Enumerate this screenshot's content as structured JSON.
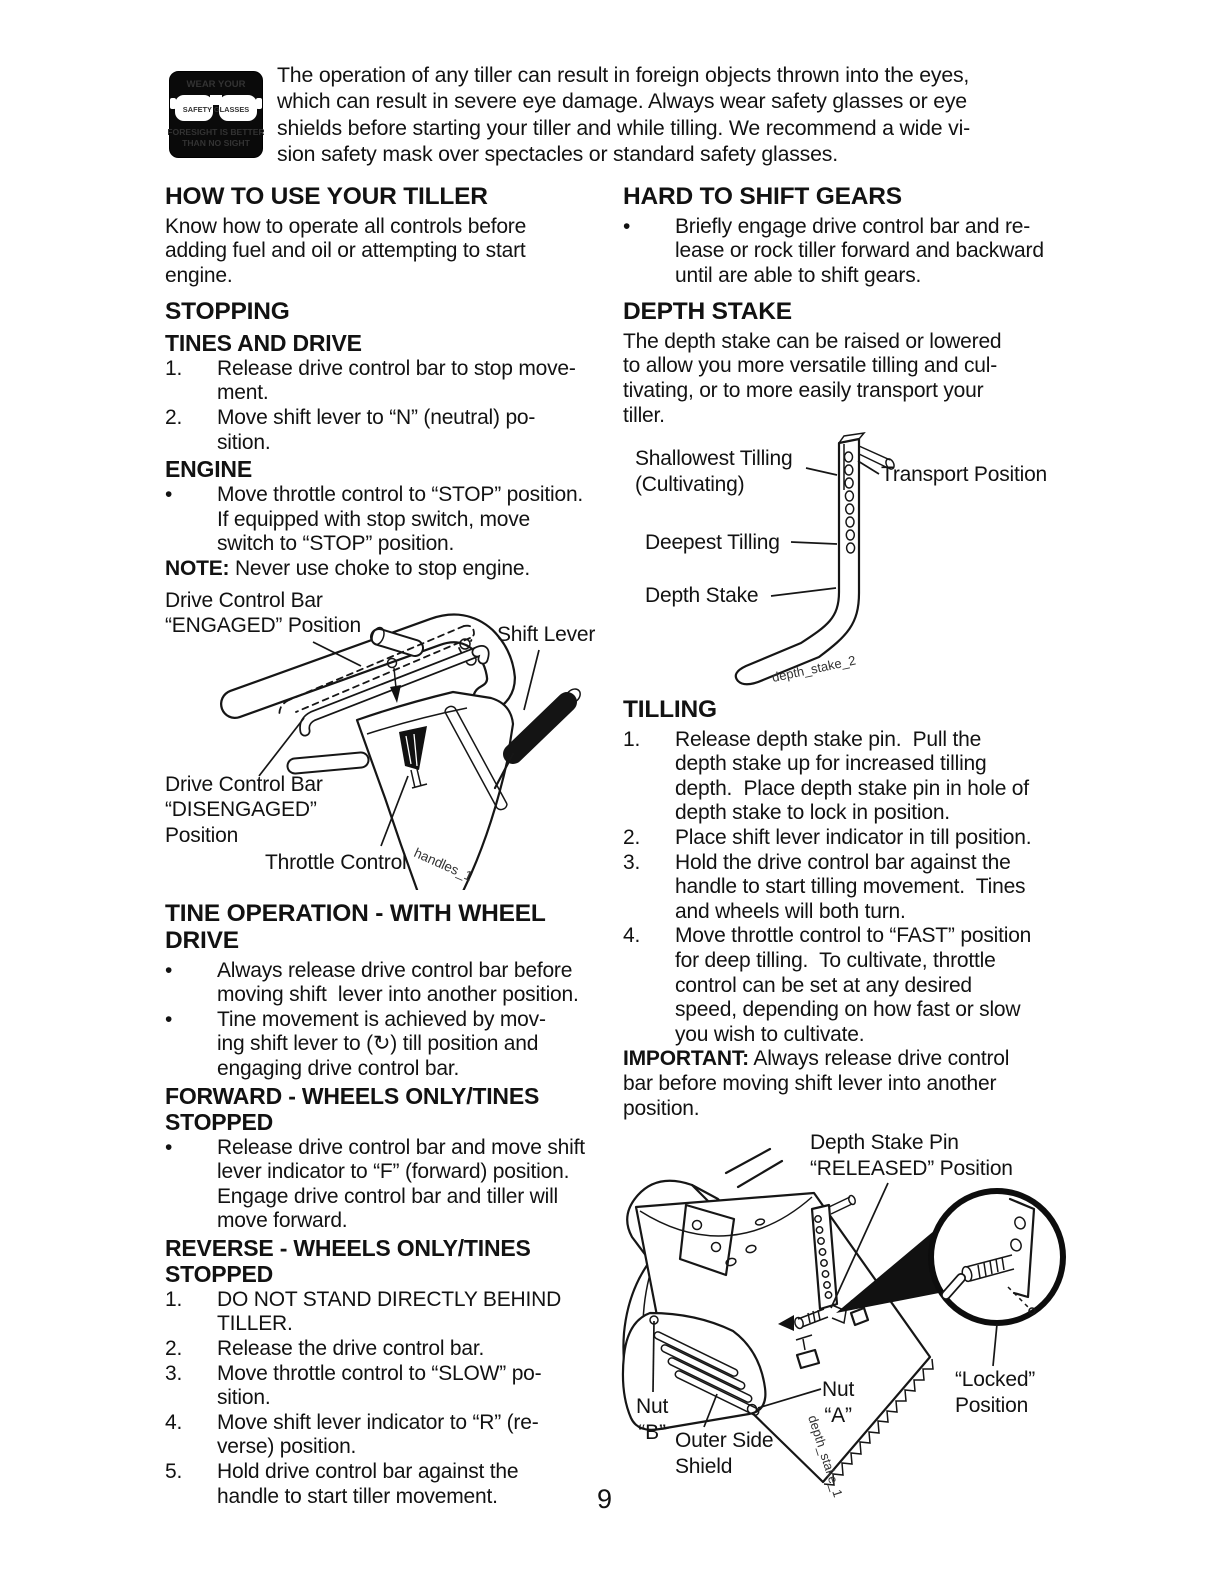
{
  "page_number": "9",
  "glyphs": {
    "bullet": "•"
  },
  "notice": {
    "icon": {
      "line1": "WEAR YOUR",
      "line2": "SAFETY GLASSES",
      "line3": "FORESIGHT IS BETTER",
      "line4": "THAN NO SIGHT"
    },
    "text": "The operation of any tiller can result in foreign objects thrown into the eyes,\nwhich can result in severe eye damage. Always wear safety glasses or eye\nshields before starting your tiller and while tilling. We recommend a wide vi-\nsion safety mask over spectacles or standard safety glasses."
  },
  "left": {
    "how_to": {
      "heading": "HOW TO USE YOUR TILLER",
      "body": "Know how to operate all controls before\nadding fuel and oil or attempting to start\nengine."
    },
    "stopping": {
      "heading": "STOPPING"
    },
    "tines_drive": {
      "heading": "TINES AND DRIVE",
      "items": [
        {
          "num": "1.",
          "text": "Release drive control bar to stop move-\nment."
        },
        {
          "num": "2.",
          "text": "Move shift lever to “N” (neutral) po-\nsition."
        }
      ]
    },
    "engine": {
      "heading": "ENGINE",
      "bullets": [
        {
          "text": "Move throttle control to “STOP” position.\nIf equipped with stop switch, move\nswitch to “STOP” position."
        }
      ],
      "note_prefix": "NOTE:",
      "note_text": " Never use choke to stop engine."
    },
    "fig_handles": {
      "labels": {
        "engaged": "Drive Control Bar\n“ENGAGED” Position",
        "shift": "Shift Lever",
        "disengaged": "Drive Control Bar\n“DISENGAGED”\nPosition",
        "throttle": "Throttle Control",
        "caption": "handles_1"
      }
    },
    "tine_op": {
      "heading": "TINE OPERATION - WITH WHEEL\nDRIVE",
      "bullets": [
        {
          "text": "Always release drive control bar before\nmoving shift  lever into another position."
        },
        {
          "text": "Tine movement is achieved by mov-\ning shift lever to (↻) till position and\nengaging drive control bar."
        }
      ]
    },
    "forward": {
      "heading": "FORWARD - WHEELS ONLY/TINES\nSTOPPED",
      "bullets": [
        {
          "text": "Release drive control bar and move shift\nlever indicator to “F” (forward) position.\nEngage drive control bar and tiller will\nmove forward."
        }
      ]
    },
    "reverse": {
      "heading": "REVERSE - WHEELS ONLY/TINES\nSTOPPED",
      "items": [
        {
          "num": "1.",
          "text": "DO NOT STAND DIRECTLY BEHIND\nTILLER."
        },
        {
          "num": "2.",
          "text": "Release the drive control bar."
        },
        {
          "num": "3.",
          "text": "Move throttle control to “SLOW” po-\nsition."
        },
        {
          "num": "4.",
          "text": "Move shift lever indicator to “R” (re-\nverse) position."
        },
        {
          "num": "5.",
          "text": "Hold drive control bar against the\nhandle to start tiller movement."
        }
      ]
    }
  },
  "right": {
    "hard_shift": {
      "heading": "HARD TO SHIFT GEARS",
      "bullets": [
        {
          "text": "Briefly engage drive control bar and re-\nlease or rock tiller forward and backward\nuntil are able to shift gears."
        }
      ]
    },
    "depth_stake": {
      "heading": "DEPTH STAKE",
      "body": "The depth stake can be raised or lowered\nto allow you more versatile tilling and cul-\ntivating, or to more easily transport your\ntiller."
    },
    "fig_stake": {
      "labels": {
        "shallowest": "Shallowest Tilling\n(Cultivating)",
        "transport": "Transport Position",
        "deepest": "Deepest Tilling",
        "stake": "Depth Stake",
        "caption": "depth_stake_2"
      }
    },
    "tilling": {
      "heading": "TILLING",
      "items": [
        {
          "num": "1.",
          "text": "Release depth stake pin.  Pull the\ndepth stake up for increased tilling\ndepth.  Place depth stake pin in hole of\ndepth stake to lock in position."
        },
        {
          "num": "2.",
          "text": "Place shift lever indicator in till position."
        },
        {
          "num": "3.",
          "text": "Hold the drive control bar against the\nhandle to start tilling movement.  Tines\nand wheels will both turn."
        },
        {
          "num": "4.",
          "text": "Move throttle control to “FAST” position\nfor deep tilling.  To cultivate, throttle\ncontrol can be set at any desired\nspeed, depending on how fast or slow\nyou wish to cultivate."
        }
      ],
      "important_prefix": "IMPORTANT:",
      "important_text": " Always release drive control\nbar before moving shift lever into another\nposition."
    },
    "fig_shield": {
      "labels": {
        "pin": "Depth Stake Pin\n“RELEASED” Position",
        "locked": "“Locked”\nPosition",
        "nut_a": "Nut\n“A”",
        "nut_b": "Nut\n“B”",
        "outer": "Outer Side\nShield",
        "caption": "depth_stake_1"
      }
    }
  }
}
